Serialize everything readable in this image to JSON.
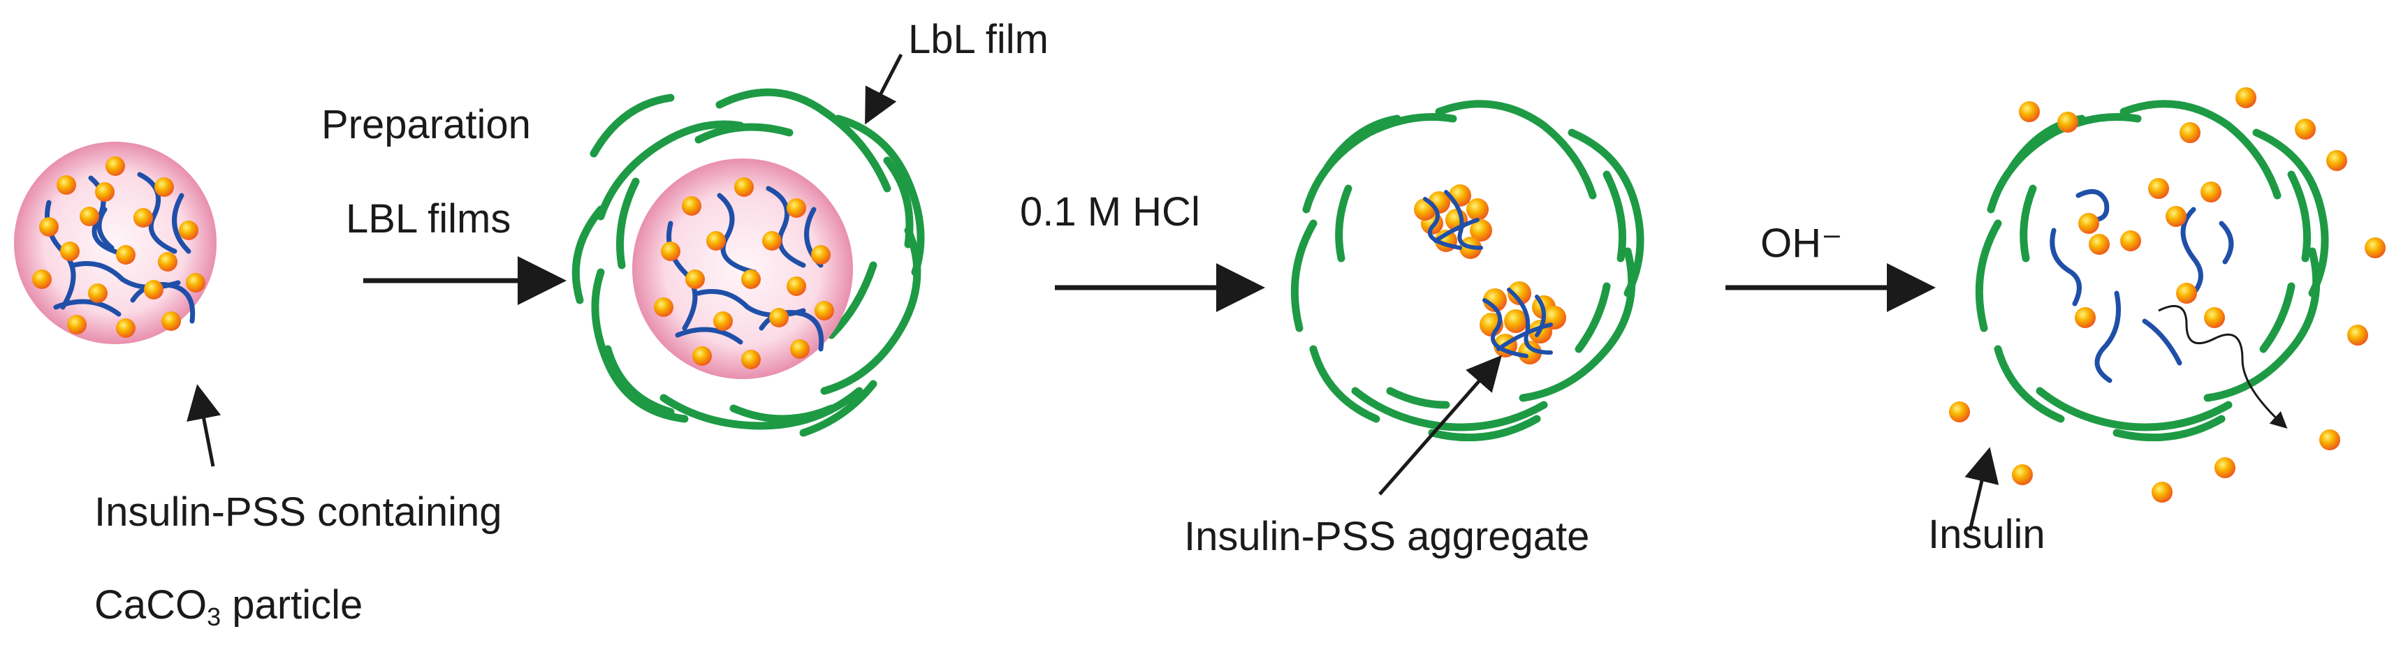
{
  "stages": [
    {
      "name": "particle"
    },
    {
      "name": "coated-particle"
    },
    {
      "name": "hollow-capsule"
    },
    {
      "name": "release-capsule"
    }
  ],
  "steps": {
    "step1_line1": "Preparation",
    "step1_line2": "LBL films",
    "step2": "0.1 M HCl",
    "step3": "OH⁻"
  },
  "labels": {
    "lbl_film": "LbL film",
    "particle_line1": "Insulin-PSS containing",
    "particle_line2_a": "CaCO",
    "particle_line2_sub": "3",
    "particle_line2_b": " particle",
    "aggregate": "Insulin-PSS aggregate",
    "insulin": "Insulin"
  },
  "colors": {
    "film": "#1e9a45",
    "pss": "#1f4fa8",
    "insulin_core": "#f7b400",
    "insulin_edge": "#f06a1e",
    "particle_fill": "#fbd9e4",
    "particle_edge": "#e89ab2",
    "arrow": "#1a1a1a"
  }
}
